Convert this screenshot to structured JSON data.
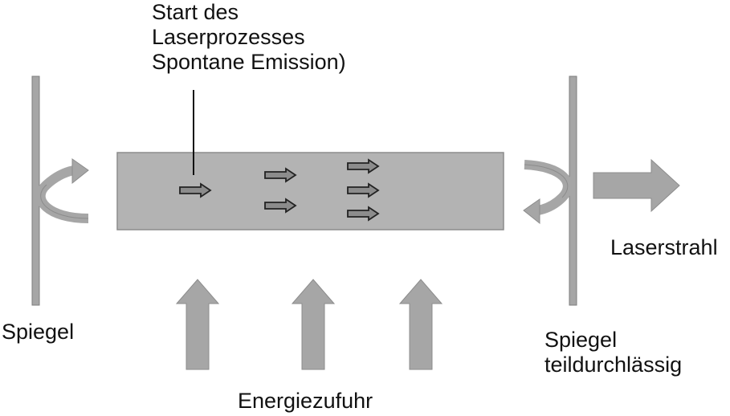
{
  "diagram": {
    "annotation": {
      "lines": [
        "Start des",
        "Laserprozesses",
        "Spontane Emission)"
      ]
    },
    "mirror_left_label": "Spiegel",
    "mirror_right_label": {
      "lines": [
        "Spiegel",
        "teildurchlässig"
      ]
    },
    "laser_beam_label": "Laserstrahl",
    "energy_label": "Energiezufuhr",
    "colors": {
      "gray": "#a6a6a6",
      "dark_gray": "#7f7f7f",
      "medium_fill": "#b3b3b3",
      "outline": "#222222",
      "text": "#111111"
    },
    "icons": {
      "photon": "small-right-arrow-icon",
      "energy": "up-arrow-icon",
      "beam": "right-arrow-icon",
      "reflection": "curved-arrow-icon"
    }
  }
}
